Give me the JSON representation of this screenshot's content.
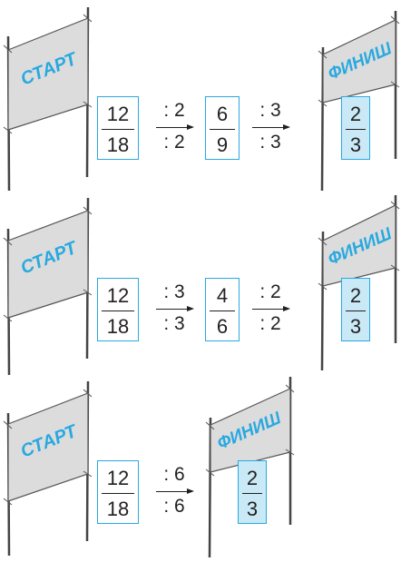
{
  "banners": {
    "start": "СТАРТ",
    "finish": "ФИНИШ"
  },
  "colors": {
    "accent": "#29a9e0",
    "result_fill": "#c9e9f7",
    "banner_fill": "#dcdcdc",
    "ink": "#231f20"
  },
  "rows": [
    {
      "start_fraction": {
        "numerator": "12",
        "denominator": "18"
      },
      "steps": [
        {
          "op_top": ": 2",
          "op_bottom": ": 2",
          "fraction": {
            "numerator": "6",
            "denominator": "9"
          }
        },
        {
          "op_top": ": 3",
          "op_bottom": ": 3",
          "fraction": {
            "numerator": "2",
            "denominator": "3"
          }
        }
      ]
    },
    {
      "start_fraction": {
        "numerator": "12",
        "denominator": "18"
      },
      "steps": [
        {
          "op_top": ": 3",
          "op_bottom": ": 3",
          "fraction": {
            "numerator": "4",
            "denominator": "6"
          }
        },
        {
          "op_top": ": 2",
          "op_bottom": ": 2",
          "fraction": {
            "numerator": "2",
            "denominator": "3"
          }
        }
      ]
    },
    {
      "start_fraction": {
        "numerator": "12",
        "denominator": "18"
      },
      "steps": [
        {
          "op_top": ": 6",
          "op_bottom": ": 6",
          "fraction": {
            "numerator": "2",
            "denominator": "3"
          }
        }
      ]
    }
  ]
}
